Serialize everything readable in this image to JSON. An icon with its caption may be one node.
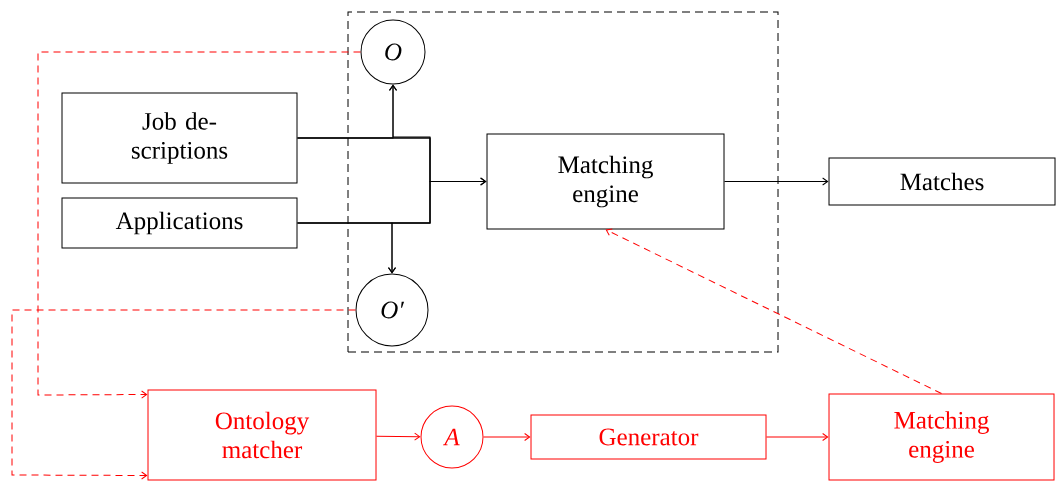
{
  "diagram": {
    "nodes": [
      {
        "text": [],
        "shape": "box"
      },
      {
        "text": [
          "O"
        ],
        "in": 0
      },
      {
        "text": [
          "Job de- scriptions"
        ]
      },
      {
        "text": [
          "Matching engine"
        ],
        "in": 0
      },
      {
        "text": [
          "Matches"
        ]
      },
      {
        "text": [
          "Applications"
        ]
      },
      {
        "text": [
          "O′"
        ],
        "in": 0
      },
      {
        "text": [
          "Ontology matcher"
        ]
      },
      {
        "text": [
          "A"
        ]
      },
      {
        "text": [
          "Generator"
        ]
      },
      {
        "text": [
          "Matching engine"
        ]
      }
    ],
    "edges": [
      {
        "from": 2,
        "to": 1,
        "arrow": "to"
      },
      {
        "from": 5,
        "to": 1,
        "arrow": "to"
      },
      {
        "from": 2,
        "to": 6,
        "arrow": "to"
      },
      {
        "from": 5,
        "to": 6,
        "arrow": "to"
      },
      {
        "from": 2,
        "to": 3,
        "arrow": "to"
      },
      {
        "from": 5,
        "to": 3,
        "arrow": "to"
      },
      {
        "from": 3,
        "to": 4,
        "arrow": "to"
      },
      {
        "from": 1,
        "to": 7,
        "arrow": "to",
        "style": "dashed",
        "color": "#ff0000"
      },
      {
        "from": 6,
        "to": 7,
        "arrow": "to",
        "style": "dashed",
        "color": "#ff0000"
      },
      {
        "from": 7,
        "to": 8,
        "arrow": "to",
        "color": "#ff0000"
      },
      {
        "from": 8,
        "to": 9,
        "arrow": "to",
        "color": "#ff0000"
      },
      {
        "from": 9,
        "to": 10,
        "arrow": "to",
        "color": "#ff0000"
      },
      {
        "from": 10,
        "to": 3,
        "arrow": "to",
        "style": "dashed",
        "color": "#ff0000"
      }
    ]
  }
}
